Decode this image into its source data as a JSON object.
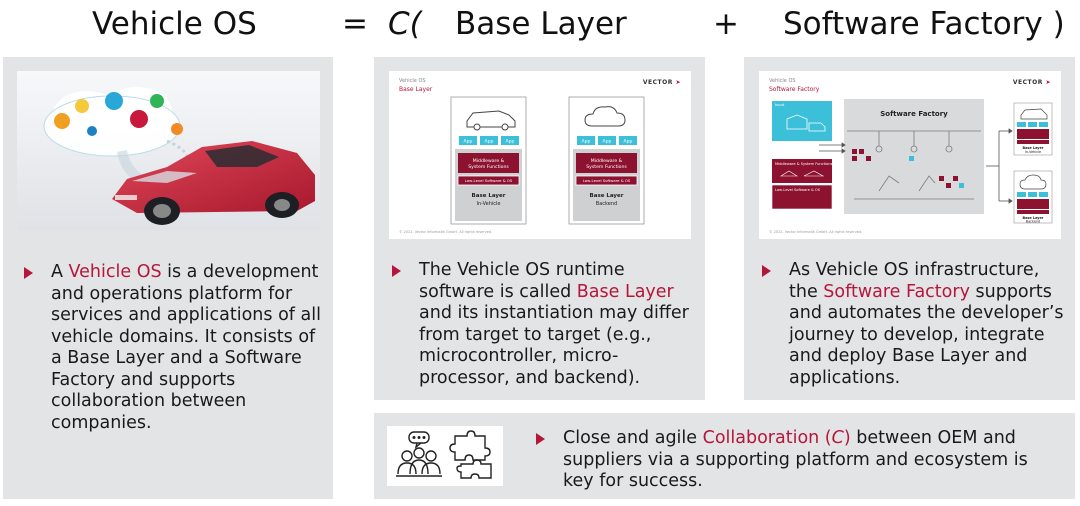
{
  "equation": {
    "vehicle_os": "Vehicle OS",
    "equals": "=",
    "c_open": "C(",
    "base_layer": "Base Layer",
    "plus": "+",
    "software_factory": "Software Factory )"
  },
  "panel_vehicle_os": {
    "image_icon": "car-cloud-illustration",
    "text_before": "A ",
    "highlight": "Vehicle OS",
    "text_after": " is a development and operations platform for services and applications of all vehicle domains. It consists of a Base Layer and a Software Factory and supports collaboration between companies."
  },
  "panel_base_layer": {
    "slide": {
      "header": "Vehicle OS",
      "title": "Base Layer",
      "brand": "VECTOR",
      "app_label": "App",
      "middleware": "Middleware & System Functions",
      "low_level": "Low-Level Software & OS",
      "box1_title": "Base Layer",
      "box1_sub": "In-Vehicle",
      "box2_title": "Base Layer",
      "box2_sub": "Backend",
      "footer": "© 2022. Vector Informatik GmbH. All rights reserved."
    },
    "text_before": "The Vehicle OS runtime software is called ",
    "highlight": "Base Layer",
    "text_after": " and its instantiation may differ from target to target (e.g., microcontroller, micro-processor, and backend)."
  },
  "panel_software_factory": {
    "slide": {
      "header": "Vehicle OS",
      "title": "Software Factory",
      "brand": "VECTOR",
      "factory_label": "Software Factory",
      "input_label": "Input",
      "middleware": "Middleware & System Functions",
      "low_level": "Low-Level Software & OS",
      "out1_title": "Base Layer",
      "out1_sub": "In-Vehicle",
      "out2_title": "Base Layer",
      "out2_sub": "Backend",
      "footer": "© 2022. Vector Informatik GmbH. All rights reserved."
    },
    "text_before": "As Vehicle OS infrastructure, the ",
    "highlight": "Software Factory",
    "text_after": " supports and automates the developer’s journey to develop, integrate and deploy Base Layer and applications."
  },
  "panel_collaboration": {
    "icons": [
      "people-discussion-icon",
      "puzzle-icon"
    ],
    "text_before": "Close and agile ",
    "highlight": "Collaboration (",
    "highlight_c": "C",
    "highlight_close": ")",
    "text_after": " between OEM and suppliers via a supporting platform and ecosystem is key for success."
  },
  "colors": {
    "accent": "#b5163a",
    "panel_bg": "#e3e4e6",
    "app_blue": "#3cbfd8",
    "dark_red": "#8c1230"
  }
}
